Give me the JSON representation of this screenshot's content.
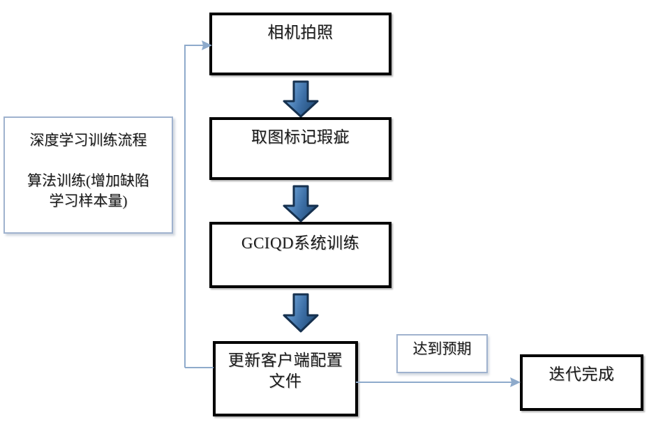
{
  "diagram": {
    "type": "flowchart",
    "title_note": {
      "name": "deep-learning-training-process-note",
      "line1": "深度学习训练流程",
      "line2": "算法训练(增加缺陷",
      "line3": "学习样本量)",
      "border_color": "#9fb2ce",
      "fill_color": "#ffffff"
    },
    "nodes": [
      {
        "id": "camera-capture",
        "label": "相机拍照",
        "shape": "rectangle",
        "border_color": "#000000",
        "fill_color": "#ffffff"
      },
      {
        "id": "capture-mark-defects",
        "label": "取图标记瑕疵",
        "shape": "rectangle",
        "border_color": "#000000",
        "fill_color": "#ffffff"
      },
      {
        "id": "gciqd-system-training",
        "label": "GCIQD系统训练",
        "shape": "rectangle",
        "border_color": "#000000",
        "fill_color": "#ffffff"
      },
      {
        "id": "update-client-config-file",
        "label": "更新客户端配置\n文件",
        "shape": "rectangle",
        "border_color": "#000000",
        "fill_color": "#ffffff"
      },
      {
        "id": "iteration-complete",
        "label": "迭代完成",
        "shape": "rectangle",
        "border_color": "#000000",
        "fill_color": "#ffffff"
      }
    ],
    "edge_labels": [
      {
        "id": "meets-expectation",
        "label": "达到预期",
        "border_color": "#9fb2ce",
        "fill_color": "#ffffff"
      }
    ],
    "connectors": [
      {
        "id": "arrow-camera-to-mark",
        "style": "block-arrow",
        "direction": "down",
        "from": "camera-capture",
        "to": "capture-mark-defects",
        "fill_color": "#4a7ebb",
        "border_color": "#1f3864"
      },
      {
        "id": "arrow-mark-to-gciqd",
        "style": "block-arrow",
        "direction": "down",
        "from": "capture-mark-defects",
        "to": "gciqd-system-training",
        "fill_color": "#4a7ebb",
        "border_color": "#1f3864"
      },
      {
        "id": "arrow-gciqd-to-update",
        "style": "block-arrow",
        "direction": "down",
        "from": "gciqd-system-training",
        "to": "update-client-config-file",
        "fill_color": "#4a7ebb",
        "border_color": "#1f3864"
      },
      {
        "id": "arrow-update-to-iteration-complete",
        "style": "thin-line",
        "direction": "right",
        "from": "update-client-config-file",
        "to": "iteration-complete",
        "line_color": "#8eaacb"
      },
      {
        "id": "feedback-loop-update-to-camera",
        "style": "thin-elbow",
        "direction": "left-up-right",
        "from": "update-client-config-file",
        "to": "camera-capture",
        "line_color": "#8eaacb"
      }
    ]
  }
}
